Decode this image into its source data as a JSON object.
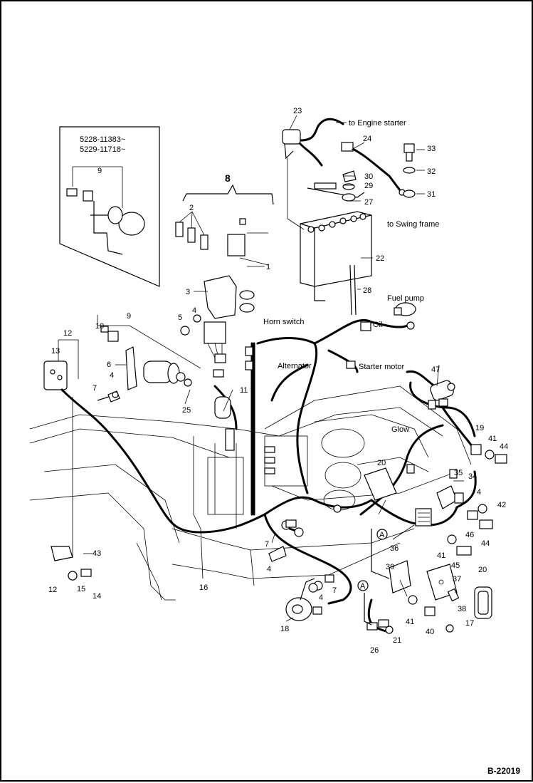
{
  "serial_range": [
    "5228-11383~",
    "5229-11718~"
  ],
  "drawing_code": "B-22019",
  "annotations": [
    {
      "key": "engine_starter",
      "text": "to Engine starter"
    },
    {
      "key": "swing_frame",
      "text": "to Swing frame"
    },
    {
      "key": "fuel_pump",
      "text": "Fuel pump"
    },
    {
      "key": "oil",
      "text": "Oil"
    },
    {
      "key": "horn_switch",
      "text": "Horn switch"
    },
    {
      "key": "alternator",
      "text": "Alternator"
    },
    {
      "key": "starter_motor",
      "text": "Starter motor"
    },
    {
      "key": "glow",
      "text": "Glow"
    }
  ],
  "callouts": [
    "1",
    "2",
    "3",
    "4",
    "5",
    "6",
    "7",
    "8",
    "9",
    "10",
    "11",
    "12",
    "13",
    "14",
    "15",
    "16",
    "17",
    "18",
    "19",
    "20",
    "21",
    "22",
    "23",
    "24",
    "25",
    "26",
    "27",
    "28",
    "29",
    "30",
    "31",
    "32",
    "33",
    "34",
    "35",
    "36",
    "37",
    "38",
    "39",
    "40",
    "41",
    "42",
    "43",
    "44",
    "45",
    "46",
    "47",
    "A"
  ]
}
